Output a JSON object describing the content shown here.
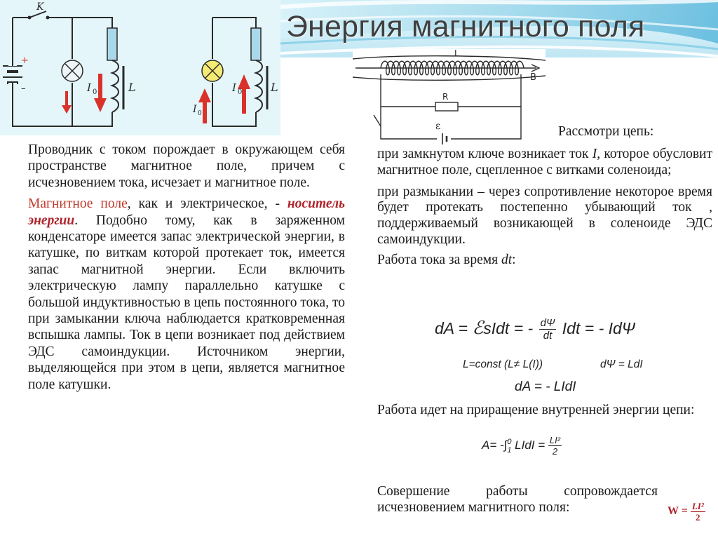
{
  "title": "Энергия магнитного поля",
  "figure_left": {
    "label_key": "K",
    "label_current_1": "I",
    "label_current_sub_1": "0",
    "label_inductor_1": "L",
    "label_current_2": "I",
    "label_current_sub_2": "0",
    "label_inductor_2": "L",
    "label_plus": "+",
    "label_minus": "–",
    "colors": {
      "wire": "#2a2a2a",
      "coil": "#a9d8ea",
      "lamp": "#f4ea74",
      "arrow": "#d9322b"
    }
  },
  "figure_solenoid": {
    "label_L": "L",
    "label_B": "B",
    "label_R": "R",
    "label_emf": "ε"
  },
  "left_column": {
    "para1": "Проводник с током порождает в окружающем себя пространстве магнитное поле, причем с исчезновением тока, исчезает и магнитное поле.",
    "para2_red": "Магнитное поле",
    "para2_a": ", как и электрическое, - ",
    "para2_em": "носитель энергии",
    "para2_b": ". Подобно тому, как в заряженном конденсаторе имеется запас электрической энергии, в катушке, по виткам которой протекает ток, имеется запас магнитной энергии. Если включить электрическую лампу параллельно катушке с большой индуктивностью в цепь постоянного тока, то при замыкании ключа наблюдается кратковременная вспышка лампы. Ток в цепи возникает под действием ЭДС самоиндукции. Источником энергии, выделяющейся при этом в цепи, является магнитное поле катушки."
  },
  "right_column": {
    "label": "Рассмотри цепь:",
    "closed_a": "при замкнутом ключе возникает ток ",
    "closed_i": "I",
    "closed_b": ", которое обусловит магнитное поле, сцепленное с витками соленоида;",
    "open": "при размыкании – через сопротивление некоторое время будет протекать постепенно убывающий ток , поддерживаемый возникающей в соленоиде ЭДС самоиндукции.",
    "work_a": "Работа тока за время ",
    "work_dt": "dt",
    "work_b": ":",
    "increment": "Работа идет на приращение внутренней энергии цепи:",
    "final": "Совершение работы сопровождается исчезновением магнитного поля:"
  },
  "formulas": {
    "main_lhs": "dA = ",
    "main_e": "ℰ",
    "main_a": "sIdt = - ",
    "main_num": "dΨ",
    "main_den": "dt",
    "main_b": " Idt = - IdΨ",
    "cond": "L=const (L≠ L(I))",
    "psi": "dΨ = LdI",
    "da": "dA = - LIdI",
    "a_lhs": "A= -∫",
    "a_upper": "0",
    "a_lower": "1",
    "a_mid": " LIdI = ",
    "a_num": "LI²",
    "a_den": "2",
    "w_lhs": "W = ",
    "w_num": "LI²",
    "w_den": "2"
  }
}
